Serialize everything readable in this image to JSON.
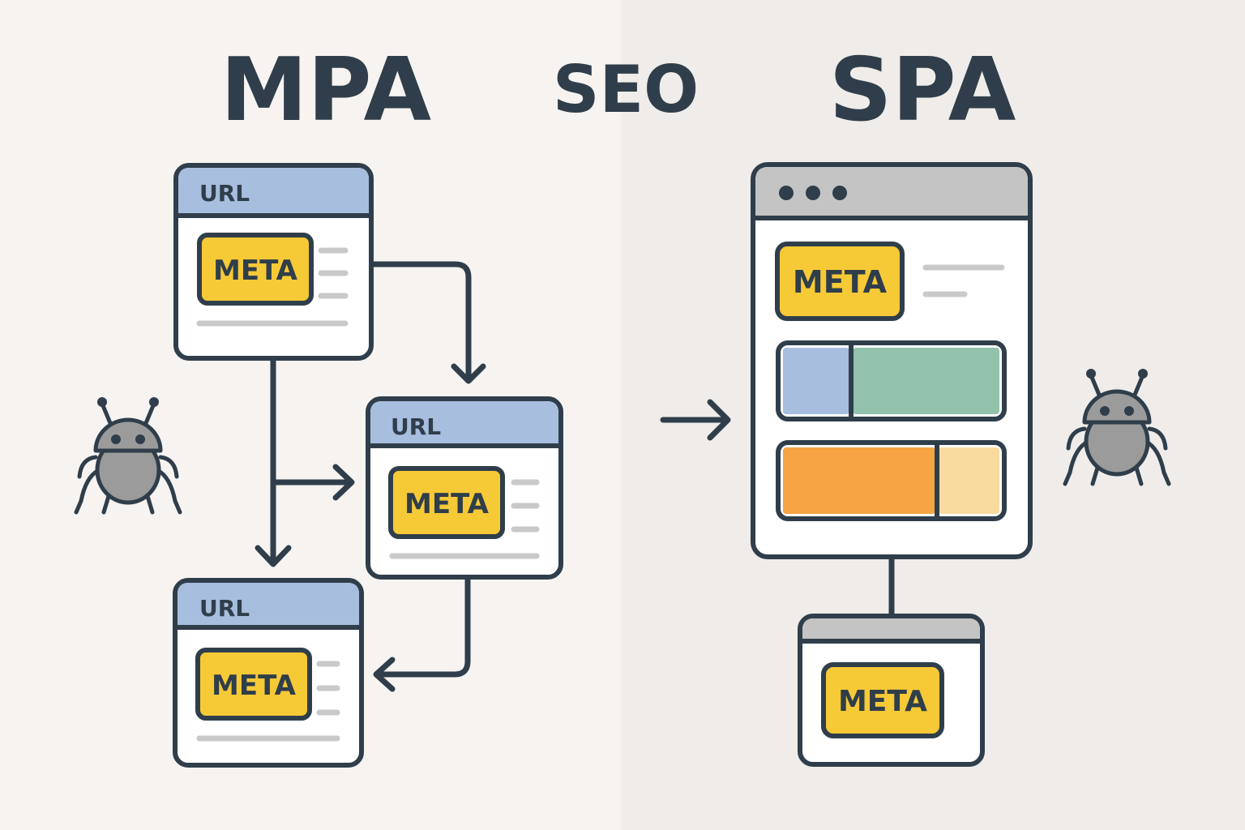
{
  "titles": {
    "left": "MPA",
    "center": "SEO",
    "right": "SPA"
  },
  "mpa": {
    "pages": [
      {
        "url_label": "URL",
        "meta_label": "META"
      },
      {
        "url_label": "URL",
        "meta_label": "META"
      },
      {
        "url_label": "URL",
        "meta_label": "META"
      }
    ]
  },
  "spa": {
    "shell": {
      "meta_label": "META"
    },
    "view": {
      "meta_label": "META"
    }
  },
  "icons": [
    "crawler-bot-icon",
    "arrow-right-icon",
    "window-dots-icon"
  ],
  "colors": {
    "background_left": "#f6f3f1",
    "background_right": "#efece9",
    "outline": "#2f3e4a",
    "url_bar": "#a8bedf",
    "meta_box": "#f6c936",
    "chrome_bar": "#c4c4c4",
    "line_gray": "#c9c9c9",
    "blue_block": "#a8bedf",
    "green_block": "#92c2ab",
    "orange_block": "#f6a443",
    "cream_block": "#f9dba0",
    "bot": "#9b9b9b"
  }
}
